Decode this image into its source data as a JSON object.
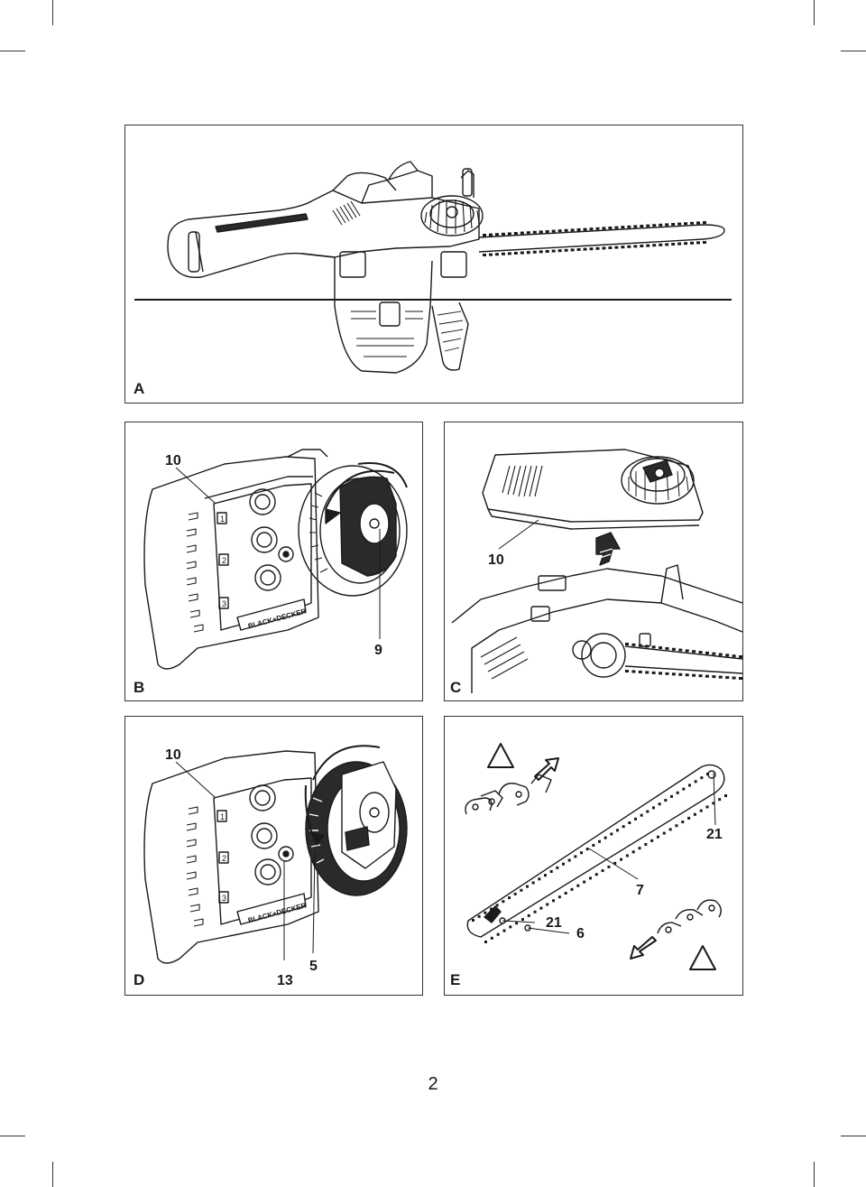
{
  "page": {
    "number": "2"
  },
  "figures": {
    "A": {
      "letter": "A"
    },
    "B": {
      "letter": "B",
      "callouts": [
        "10",
        "9"
      ],
      "logo": "BLACK+DECKER",
      "steps": [
        "1",
        "2",
        "3"
      ]
    },
    "C": {
      "letter": "C",
      "callouts": [
        "10"
      ]
    },
    "D": {
      "letter": "D",
      "callouts": [
        "10",
        "13",
        "5"
      ],
      "logo": "BLACK+DECKER",
      "steps": [
        "1",
        "2",
        "3"
      ]
    },
    "E": {
      "letter": "E",
      "callouts": [
        "21",
        "7",
        "21",
        "6"
      ],
      "warning_symbol": "!"
    }
  },
  "colors": {
    "line": "#1a1a1a",
    "shade": "#555555",
    "dark": "#2a2a2a"
  }
}
